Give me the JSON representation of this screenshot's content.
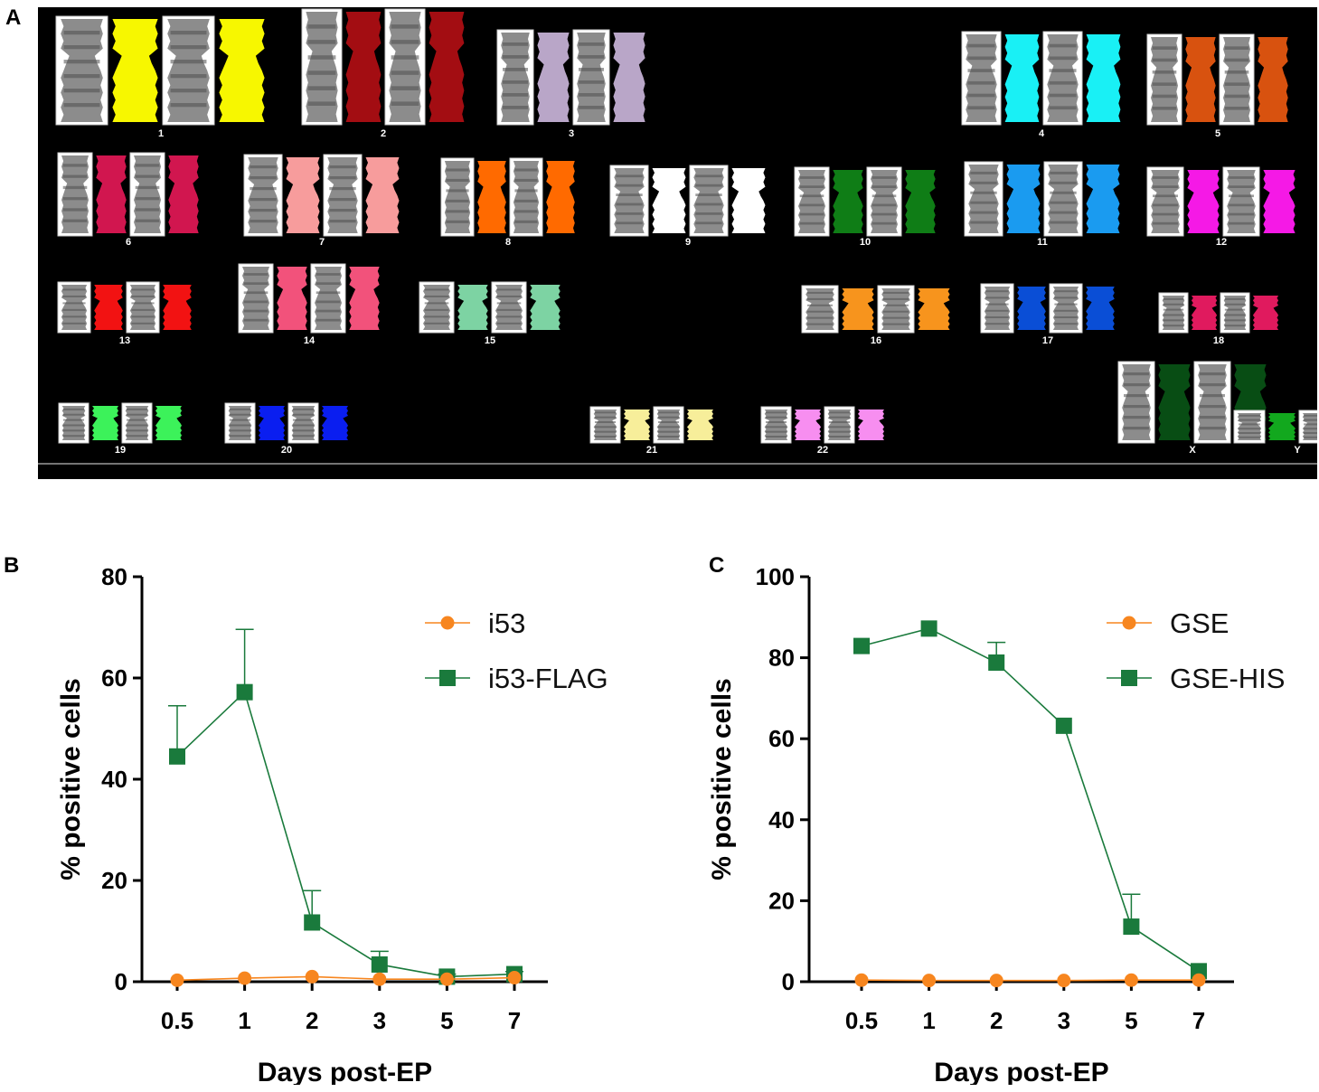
{
  "panels": {
    "a": "A",
    "b": "B",
    "c": "C"
  },
  "karyotype": {
    "background": "#000000",
    "chromosomes": [
      {
        "label": "1",
        "color": "#f7f700"
      },
      {
        "label": "2",
        "color": "#a30d12"
      },
      {
        "label": "3",
        "color": "#b9a6c8"
      },
      {
        "label": "4",
        "color": "#19f0f5"
      },
      {
        "label": "5",
        "color": "#d8520f"
      },
      {
        "label": "6",
        "color": "#d1164f"
      },
      {
        "label": "7",
        "color": "#f79c9c"
      },
      {
        "label": "8",
        "color": "#ff6a00"
      },
      {
        "label": "9",
        "color": "#ffffff"
      },
      {
        "label": "10",
        "color": "#0f7d16"
      },
      {
        "label": "11",
        "color": "#1a9bf0"
      },
      {
        "label": "12",
        "color": "#f519e6"
      },
      {
        "label": "13",
        "color": "#f21212"
      },
      {
        "label": "14",
        "color": "#f2527b"
      },
      {
        "label": "15",
        "color": "#7dd3a3"
      },
      {
        "label": "16",
        "color": "#f7941d"
      },
      {
        "label": "17",
        "color": "#0a4ed6"
      },
      {
        "label": "18",
        "color": "#e01a5e"
      },
      {
        "label": "19",
        "color": "#3cf25a"
      },
      {
        "label": "20",
        "color": "#0a1ef0"
      },
      {
        "label": "21",
        "color": "#f7ee9a"
      },
      {
        "label": "22",
        "color": "#f78ef0"
      },
      {
        "label": "X",
        "color": "#084d14"
      },
      {
        "label": "Y",
        "color": "#12a81e"
      }
    ]
  },
  "chart_data": [
    {
      "type": "line",
      "x_categories": [
        "0.5",
        "1",
        "2",
        "3",
        "5",
        "7"
      ],
      "xlabel": "Days post-EP",
      "ylabel": "% positive cells",
      "ylim": [
        0,
        80
      ],
      "yticks": [
        "0",
        "20",
        "40",
        "60",
        "80"
      ],
      "legend_position": "top-right",
      "series": [
        {
          "name": "i53",
          "color": "#f7861f",
          "marker": "circle",
          "values": [
            0.3,
            0.7,
            1.0,
            0.5,
            0.5,
            0.8
          ],
          "err": [
            0,
            0,
            0,
            0,
            0,
            0
          ]
        },
        {
          "name": "i53-FLAG",
          "color": "#1a7a3c",
          "marker": "square",
          "values": [
            44.5,
            57.2,
            11.7,
            3.4,
            1.0,
            1.5
          ],
          "err": [
            10,
            12.4,
            6.3,
            2.6,
            0.5,
            0.5
          ]
        }
      ]
    },
    {
      "type": "line",
      "x_categories": [
        "0.5",
        "1",
        "2",
        "3",
        "5",
        "7"
      ],
      "xlabel": "Days post-EP",
      "ylabel": "% positive cells",
      "ylim": [
        0,
        100
      ],
      "yticks": [
        "0",
        "20",
        "40",
        "60",
        "80",
        "100"
      ],
      "legend_position": "top-right",
      "series": [
        {
          "name": "GSE",
          "color": "#f7861f",
          "marker": "circle",
          "values": [
            0.4,
            0.3,
            0.3,
            0.3,
            0.4,
            0.4
          ],
          "err": [
            0,
            0,
            0,
            0,
            0,
            0
          ]
        },
        {
          "name": "GSE-HIS",
          "color": "#1a7a3c",
          "marker": "square",
          "values": [
            82.9,
            87.2,
            78.8,
            63.2,
            13.6,
            2.6
          ],
          "err": [
            0,
            0,
            5,
            0,
            8,
            0
          ]
        }
      ]
    }
  ]
}
